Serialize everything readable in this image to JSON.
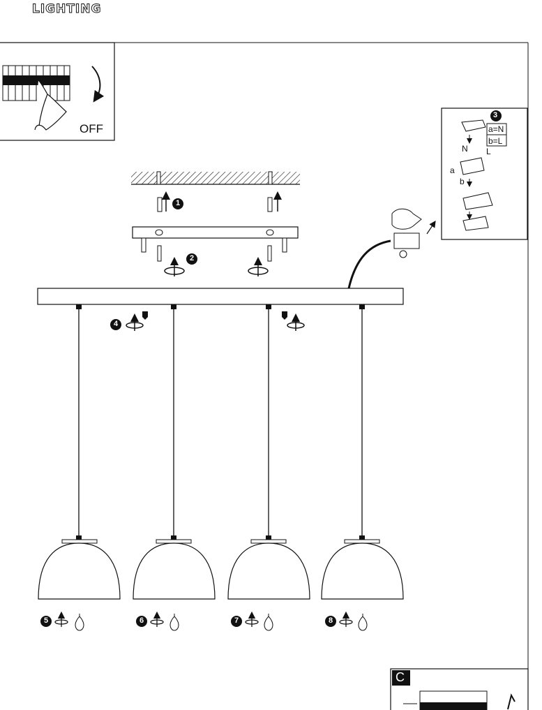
{
  "brand": "LIGHTING",
  "panels": {
    "switch_off_label": "OFF",
    "inset_letter": "C"
  },
  "wiring_inset": {
    "step_number": "3",
    "legend": [
      "a=N",
      "b=L"
    ],
    "wire_labels": {
      "n": "N",
      "l": "L",
      "a": "a",
      "b": "b"
    }
  },
  "steps": [
    "1",
    "2",
    "4",
    "5",
    "6",
    "7",
    "8"
  ],
  "colors": {
    "line": "#111111",
    "bg": "#ffffff"
  }
}
